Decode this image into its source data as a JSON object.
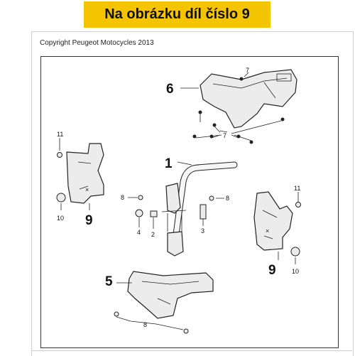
{
  "banner": {
    "text": "Na obrázku díl číslo 9"
  },
  "copyright": "Copyright Peugeot Motocycles 2013",
  "callouts": {
    "p1": "1",
    "p2": "2",
    "p3": "3",
    "p4": "4",
    "p5": "5",
    "p6": "6",
    "p7a": "7",
    "p7b": "7",
    "p8a": "8",
    "p8b": "8",
    "p8c": "8",
    "p9a": "9",
    "p9b": "9",
    "p10a": "10",
    "p10b": "10",
    "p11a": "11",
    "p11b": "11"
  },
  "colors": {
    "banner": "#f5c400",
    "highlight_part": "#ececec",
    "line": "#222222"
  }
}
